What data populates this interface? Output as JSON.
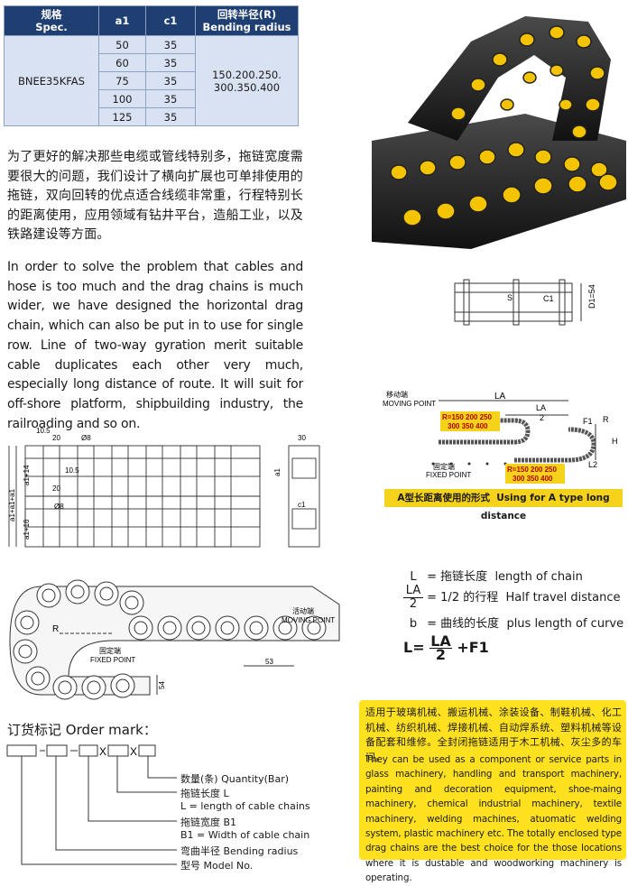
{
  "spec_table": {
    "headers": [
      {
        "zh": "规格",
        "en": "Spec."
      },
      {
        "zh": "",
        "en": "a1"
      },
      {
        "zh": "",
        "en": "c1"
      },
      {
        "zh": "回转半径(R)",
        "en": "Bending radius"
      }
    ],
    "model": "BNEE35KFAS",
    "rows": [
      {
        "a1": "50",
        "c1": "35"
      },
      {
        "a1": "60",
        "c1": "35"
      },
      {
        "a1": "75",
        "c1": "35"
      },
      {
        "a1": "100",
        "c1": "35"
      },
      {
        "a1": "125",
        "c1": "35"
      }
    ],
    "radius_line1": "150.200.250.",
    "radius_line2": "300.350.400"
  },
  "description": {
    "zh": "为了更好的解决那些电缆或管线特别多，拖链宽度需要很大的问题，我们设计了横向扩展也可单排使用的拖链，双向回转的优点适合线缆非常重，行程特别长的距离使用，应用领域有钻井平台，造船工业，以及铁路建设等方面。",
    "en": "In order to solve the problem that cables and hose is too much and the drag chains is much wider, we have designed the horizontal drag chain, which can also be put in to use for single row. Line of two-way gyration merit suitable cable duplicates each other very much, especially long distance of route. It will suit for off-shore platform, shipbuilding industry, the railroading and so on."
  },
  "dimension_drawing": {
    "labels": [
      "10.5",
      "20",
      "Ø8",
      "10.5",
      "20",
      "Ø8",
      "a1+a1+a1",
      "a1+14",
      "a1+16",
      "30",
      "a1",
      "c1"
    ]
  },
  "small_section": {
    "labels": [
      "S",
      "C1",
      "D1=54"
    ]
  },
  "a_type": {
    "moving_zh": "移动端",
    "moving_en": "MOVING POINT",
    "fixed_zh": "固定端",
    "fixed_en": "FIXED POINT",
    "la": "LA",
    "la_half_num": "LA",
    "la_half_den": "2",
    "f1": "F1",
    "r": "R",
    "h": "H",
    "l2": "L2",
    "radius_top": "R=150 200 250",
    "radius_top2": "300 350 400",
    "radius_bottom": "R=150 200 250",
    "radius_bottom2": "300 350 400",
    "caption_zh": "A型长距离使用的形式",
    "caption_en": "Using for A type long distance"
  },
  "side_view": {
    "r": "R",
    "moving_zh": "活动端",
    "moving_en": "MOVING POINT",
    "fixed_zh": "固定端",
    "fixed_en": "FIXED POINT",
    "pitch": "53",
    "height": "54"
  },
  "legend": {
    "l_sym": "L",
    "l_zh": "= 拖链长度",
    "l_en": "length of chain",
    "la_num": "LA",
    "la_den": "2",
    "la_zh": "= 1/2 的行程",
    "la_en": "Half travel distance",
    "b_sym": "b",
    "b_zh": "= 曲线的长度",
    "b_en": "plus length of curve",
    "formula_lhs": "L=",
    "formula_num": "LA",
    "formula_den": "2",
    "formula_rhs": "+F1"
  },
  "order_mark": {
    "title": "订货标记 Order mark：",
    "x1": "X",
    "x2": "X",
    "items": [
      "数量(条) Quantity(Bar)",
      "拖链长度 L",
      "L = length of cable chains",
      "拖链宽度 B1",
      "B1 = Width of cable chain",
      "弯曲半径 Bending radius",
      "型号 Model No."
    ]
  },
  "application": {
    "zh": "适用于玻璃机械、搬运机械、涂装设备、制鞋机械、化工机械、纺织机械、焊接机械、自动焊系统、塑料机械等设备配套和维修。全封闭拖链适用于木工机械、灰尘多的车间。",
    "en": "They can be used as a component or service parts in glass machinery, handling and transport machinery, painting and decoration equipment, shoe-maing machinery, chemical industrial machinery, textile machinery, welding machines, atuomatic welding system, plastic machinery etc. The totally enclosed type drag chains are the best choice for the those locations where it is dustable and woodworking machinery is operating."
  }
}
